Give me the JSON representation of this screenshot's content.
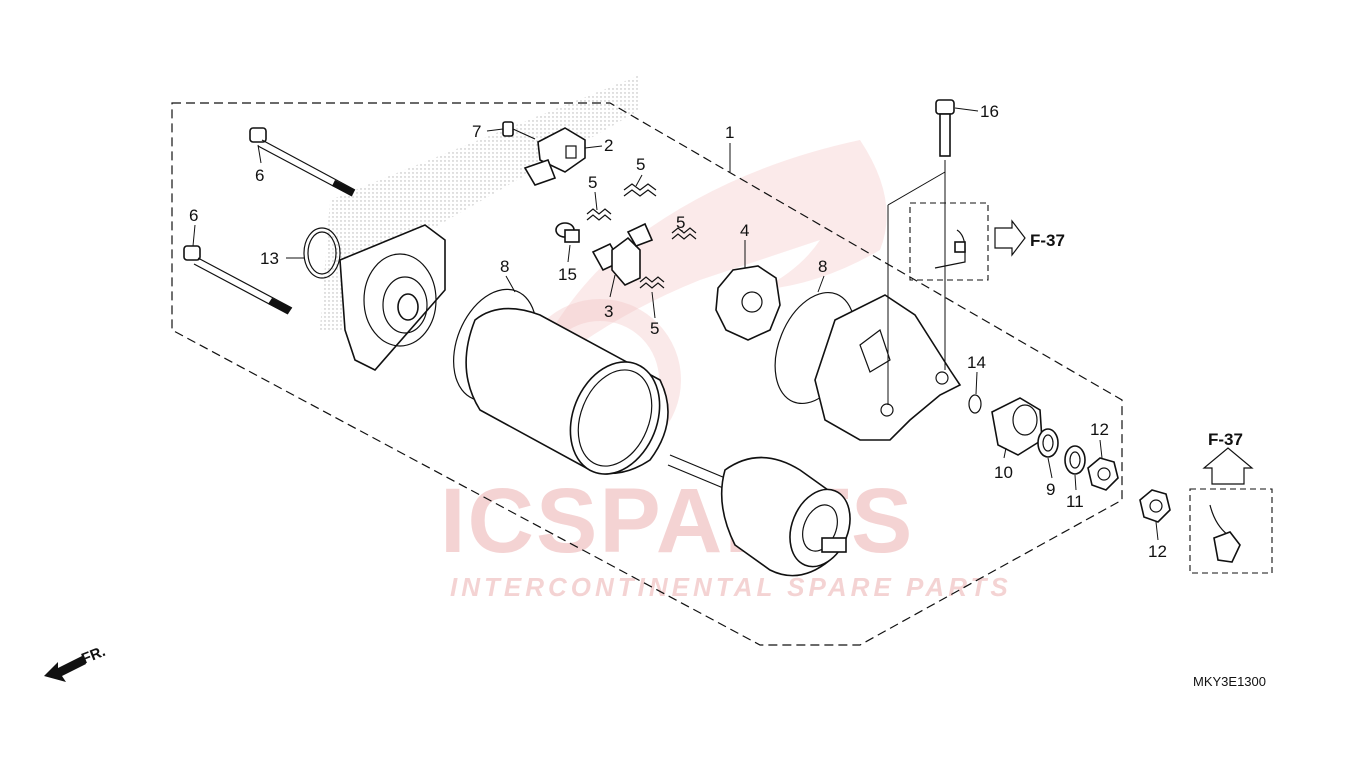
{
  "watermark": {
    "brand": "ICSPARTS",
    "tagline": "INTERCONTINENTAL SPARE PARTS"
  },
  "callouts": {
    "c1": "1",
    "c2": "2",
    "c3": "3",
    "c4": "4",
    "c5a": "5",
    "c5b": "5",
    "c5c": "5",
    "c5d": "5",
    "c6a": "6",
    "c6b": "6",
    "c7": "7",
    "c8a": "8",
    "c8b": "8",
    "c9": "9",
    "c10": "10",
    "c11": "11",
    "c12a": "12",
    "c12b": "12",
    "c13": "13",
    "c14": "14",
    "c15": "15",
    "c16": "16"
  },
  "references": {
    "right_ref": "F-37",
    "bottom_ref": "F-37"
  },
  "front_indicator": "FR.",
  "diagram_code": "MKY3E1300"
}
